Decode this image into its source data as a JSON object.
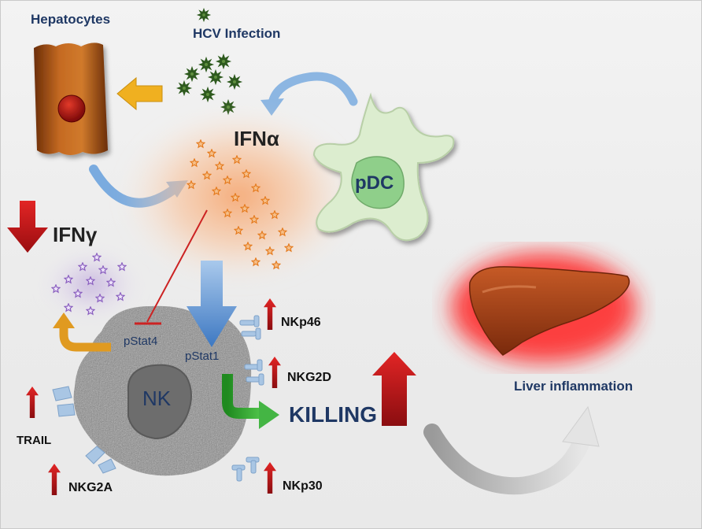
{
  "labels": {
    "hepatocytes": "Hepatocytes",
    "hcv_infection": "HCV Infection",
    "ifn_alpha": "IFNα",
    "pdc": "pDC",
    "ifn_gamma": "IFNγ",
    "pstat4": "pStat4",
    "pstat1": "pStat1",
    "nk": "NK",
    "killing": "KILLING",
    "liver_inflammation": "Liver inflammation",
    "nkp46": "NKp46",
    "nkg2d": "NKG2D",
    "nkp30": "NKp30",
    "nkg2a": "NKG2A",
    "trail": "TRAIL"
  },
  "colors": {
    "hepatocyte": "#a8501a",
    "nucleus": "#b01010",
    "virus": "#2e5a1e",
    "ifn_alpha_star": "#f08a1e",
    "ifn_gamma_star": "#8a5fbf",
    "pdc_body": "#dfefd2",
    "pdc_nucleus": "#8fce8a",
    "nk_cell": "#9a9a9a",
    "receptor": "#a9c6e4",
    "up_arrow": "#c0151c",
    "flow_arrow": "#6fa2d8",
    "killing_arrow": "#2fa02f",
    "ifn_gamma_out": "#e09a20",
    "liver": "#a7421a",
    "liver_glow": "#ff2a2a",
    "label_text": "#1f3864"
  },
  "icons": [
    "hepatocyte-cell",
    "hcv-virus",
    "pdc-cell",
    "nk-cell",
    "liver-organ",
    "receptor-icon",
    "up-arrow-icon",
    "down-arrow-icon"
  ]
}
